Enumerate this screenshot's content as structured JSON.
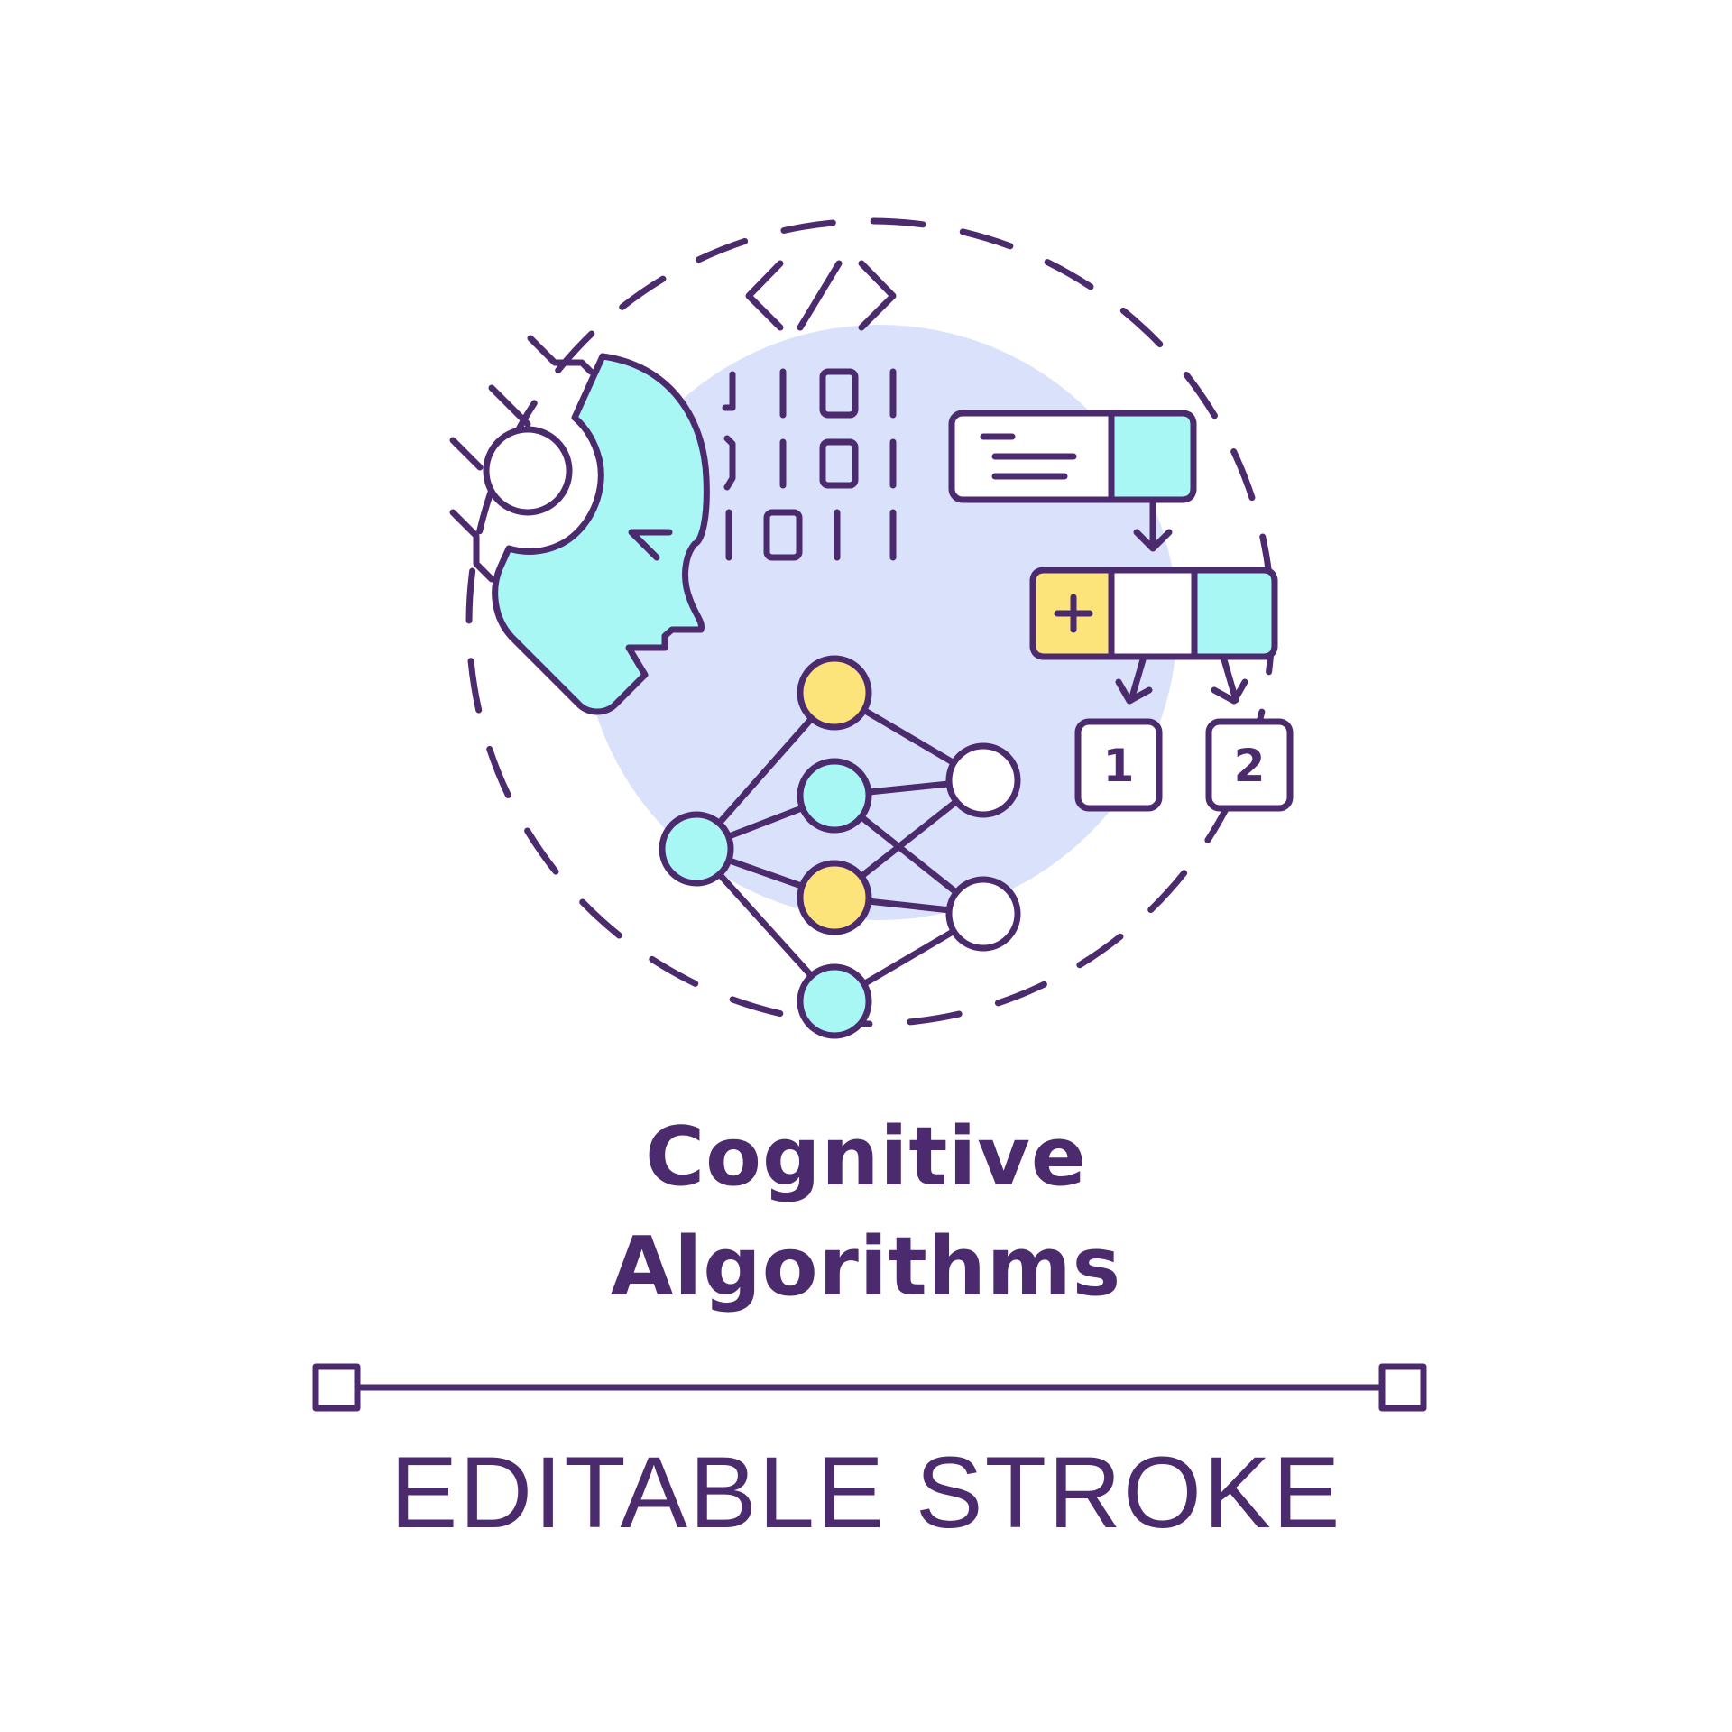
{
  "title": {
    "line1": "Cognitive",
    "line2": "Algorithms"
  },
  "subtitle": "EDITABLE STROKE",
  "icons": {
    "head": "robot-head-icon",
    "binary": "binary-code-icon",
    "code_tag": "code-tag-icon",
    "flowchart": "process-flow-icon",
    "network": "neural-network-icon"
  },
  "output_labels": [
    "1",
    "2"
  ],
  "binary_rows": [
    "0101",
    "0101",
    "1011"
  ],
  "colors": {
    "stroke": "#4b2a6e",
    "cyan": "#a9f7f4",
    "yellow": "#fce37a",
    "background_blob": "#d9e2fa",
    "white": "#ffffff"
  }
}
